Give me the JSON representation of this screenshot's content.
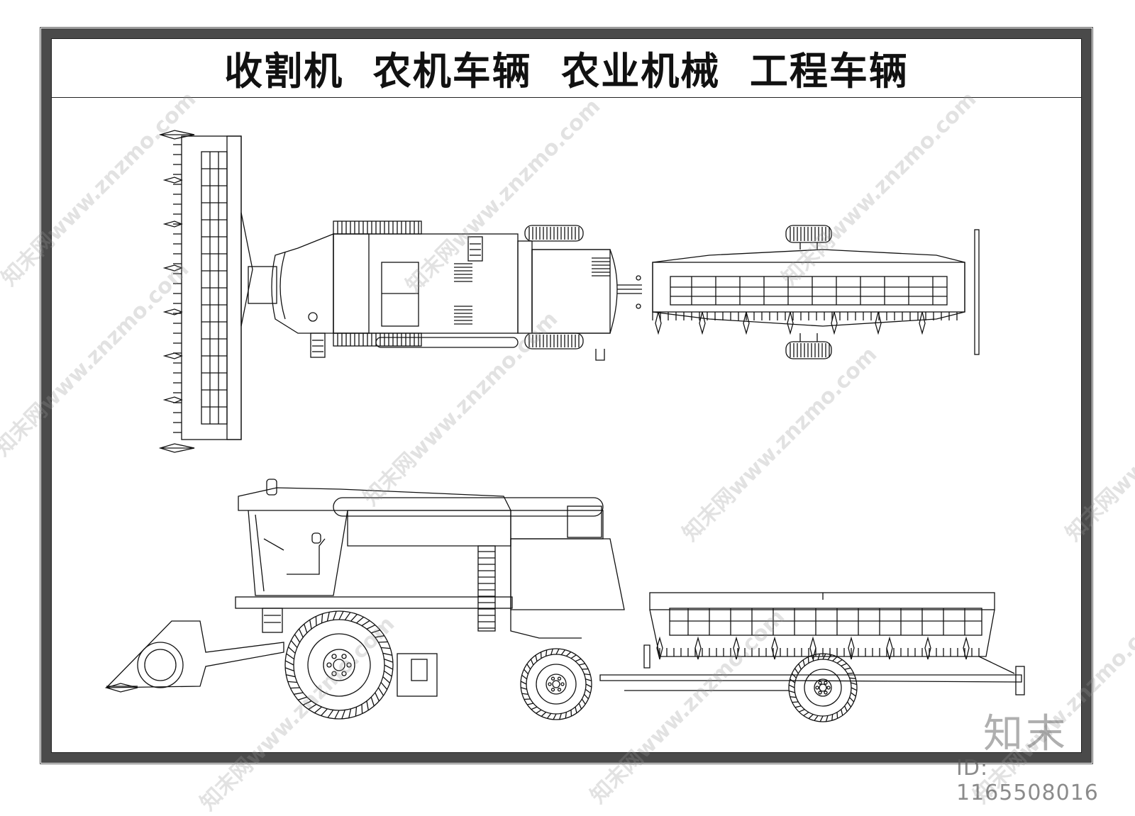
{
  "title": "收割机  农机车辆  农业机械  工程车辆",
  "watermark_text": "知末网www.znzmo.com",
  "logo_text": "知末",
  "id_text": "ID: 1165508016",
  "colors": {
    "line": "#111111",
    "frame": "#4a4a4a",
    "watermark": "#969696"
  }
}
